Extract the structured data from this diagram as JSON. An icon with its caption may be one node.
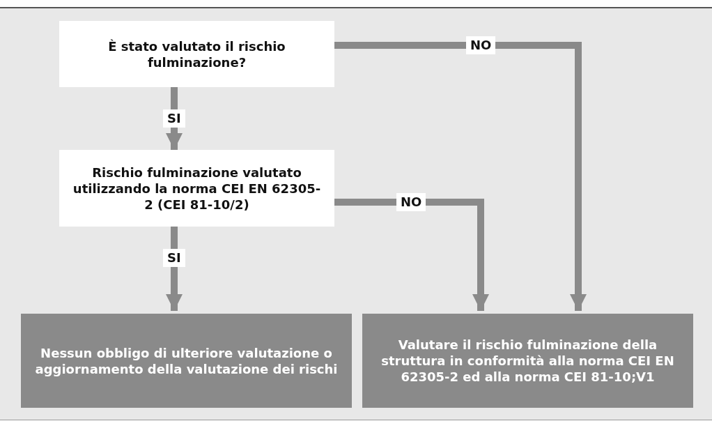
{
  "diagram": {
    "nodes": [
      {
        "text": [
          "È stato valutato il rischio fulminazione?"
        ]
      },
      {
        "text": [
          "Rischio fulminazione valutato utilizzando la norma CEI EN 62305-2 (CEI 81-10/2)"
        ]
      },
      {
        "text": [
          "Nessun obbligo di ulteriore valutazione o aggiornamento della valutazione dei rischi"
        ]
      },
      {
        "text": [
          "Valutare il rischio fulminazione della struttura in conformità alla norma CEI EN 62305-2 ed alla norma CEI 81-10;V1"
        ]
      }
    ],
    "edges": [
      {
        "from": 0,
        "to": 1,
        "arrow": "to",
        "label": "SI"
      },
      {
        "from": 0,
        "to": 3,
        "arrow": "to",
        "label": "NO"
      },
      {
        "from": 1,
        "to": 3,
        "arrow": "to",
        "label": "NO"
      },
      {
        "from": 1,
        "to": 2,
        "arrow": "to",
        "label": "SI"
      }
    ]
  }
}
